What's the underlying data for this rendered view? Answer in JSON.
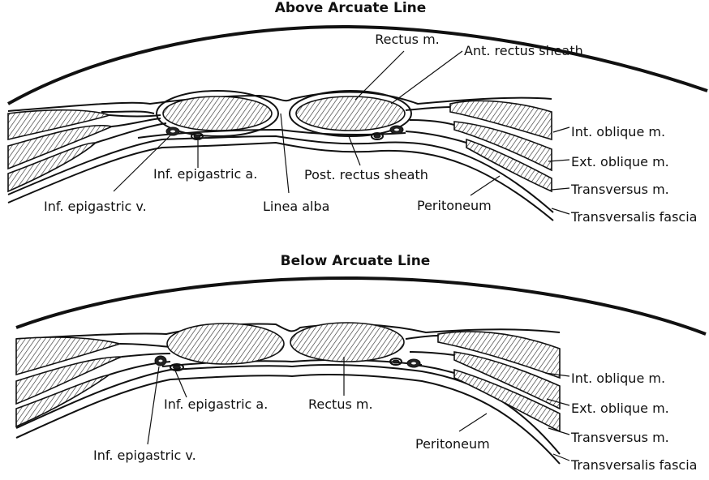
{
  "top_panel": {
    "title": "Above Arcuate Line",
    "labels": {
      "rectus": "Rectus m.",
      "ant_sheath": "Ant. rectus sheath",
      "int_oblique": "Int. oblique m.",
      "ext_oblique": "Ext. oblique m.",
      "transversus": "Transversus m.",
      "transversalis": "Transversalis fascia",
      "inf_epi_artery": "Inf. epigastric a.",
      "post_sheath": "Post. rectus sheath",
      "inf_epi_vein": "Inf. epigastric v.",
      "linea_alba": "Linea alba",
      "peritoneum": "Peritoneum"
    }
  },
  "bottom_panel": {
    "title": "Below Arcuate Line",
    "labels": {
      "int_oblique": "Int. oblique m.",
      "ext_oblique": "Ext. oblique m.",
      "transversus": "Transversus m.",
      "transversalis": "Transversalis fascia",
      "inf_epi_artery": "Inf. epigastric a.",
      "rectus": "Rectus m.",
      "inf_epi_vein": "Inf. epigastric v.",
      "peritoneum": "Peritoneum"
    }
  }
}
